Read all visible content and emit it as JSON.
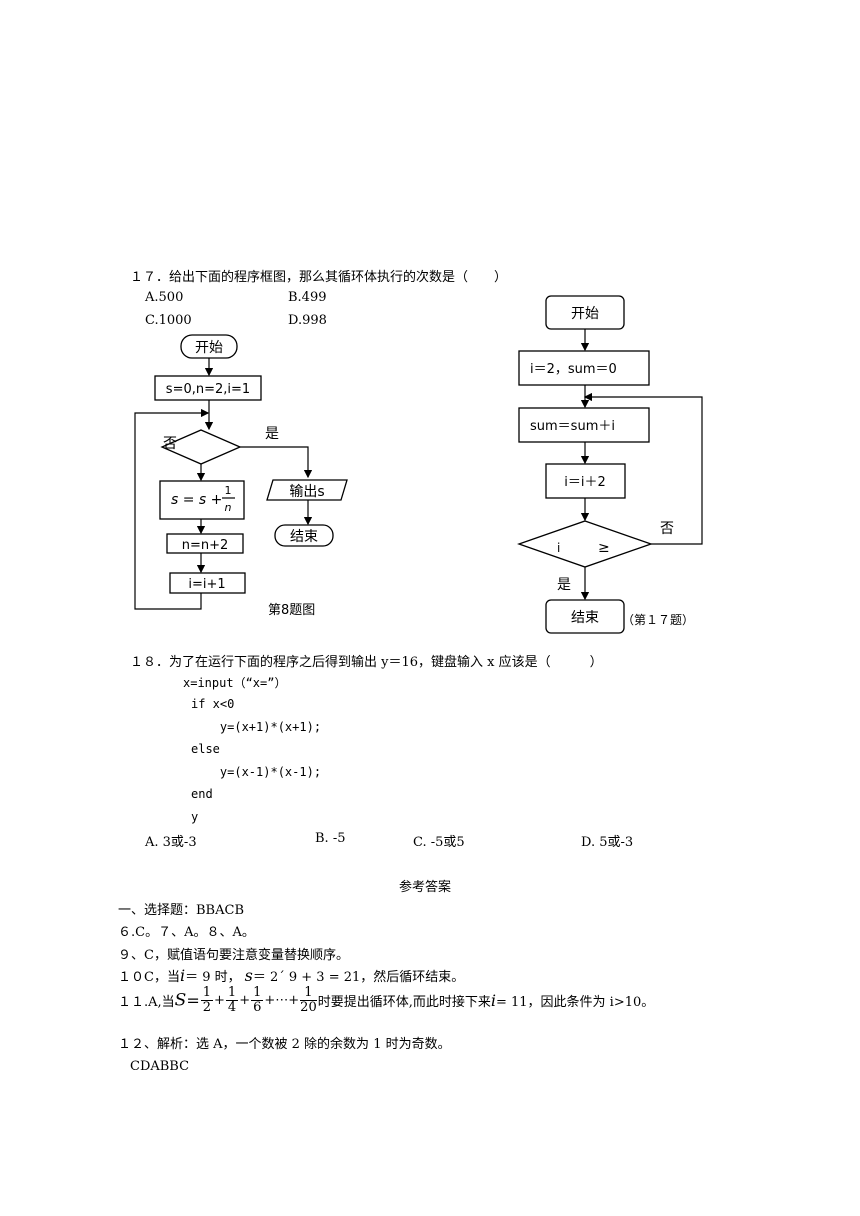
{
  "q17": {
    "stem": "１７．给出下面的程序框图，那么其循环体执行的次数是（　　）",
    "options": [
      "A.500",
      "B.499",
      "C.1000",
      "D.998"
    ]
  },
  "fig8": {
    "start": "开始",
    "init": "s=0,n=2,i=1",
    "yes": "是",
    "no": "否",
    "body_lhs": "s = s +",
    "body_num": "1",
    "body_den": "n",
    "step_n": "n=n+2",
    "step_i": "i=i+1",
    "output": "输出s",
    "end": "结束",
    "caption": "第8题图"
  },
  "fig17": {
    "start": "开始",
    "init": "i＝2，sum＝0",
    "body": "sum＝sum＋i",
    "step": "i＝i＋2",
    "cond_left": "i",
    "cond_right": "≥",
    "no": "否",
    "yes": "是",
    "end": "结束",
    "caption": "（第１７题）"
  },
  "q18": {
    "stem": "１８．为了在运行下面的程序之后得到输出 y＝16，键盘输入 x 应该是（　　　）",
    "code": [
      "x=input（“x=”）",
      "if  x<0",
      "    y=(x+1)*(x+1);",
      "else",
      "    y=(x-1)*(x-1);",
      "end",
      "y"
    ],
    "options": [
      "A. 3或-3",
      "B. -5",
      "C. -5或5",
      "D. 5或-3"
    ]
  },
  "answers": {
    "title": "参考答案",
    "line1": "一、选择题：BBACB",
    "line2": "６.C。７、A。８、A。",
    "line3": "９、C，赋值语句要注意变量替换顺序。",
    "line4": {
      "a": "１０C，当",
      "i": "i",
      "b": "＝ 9 时，",
      "s": "s",
      "c": "＝ 2´ 9 + 3 = 21，然后循环结束。"
    },
    "line5": {
      "a": "１１.A,当",
      "S": "S",
      "eq": "=",
      "fracs": [
        {
          "n": "1",
          "d": "2"
        },
        {
          "n": "1",
          "d": "4"
        },
        {
          "n": "1",
          "d": "6"
        }
      ],
      "dots": "+⋯+",
      "last": {
        "n": "1",
        "d": "20"
      },
      "b": "时要提出循环体,而此时接下来",
      "i": "i",
      "c": "= 11，因此条件为 i>10。"
    },
    "line6": "１２、解析：选 A，一个数被 2 除的余数为 1 时为奇数。",
    "line7": "CDABBC"
  }
}
